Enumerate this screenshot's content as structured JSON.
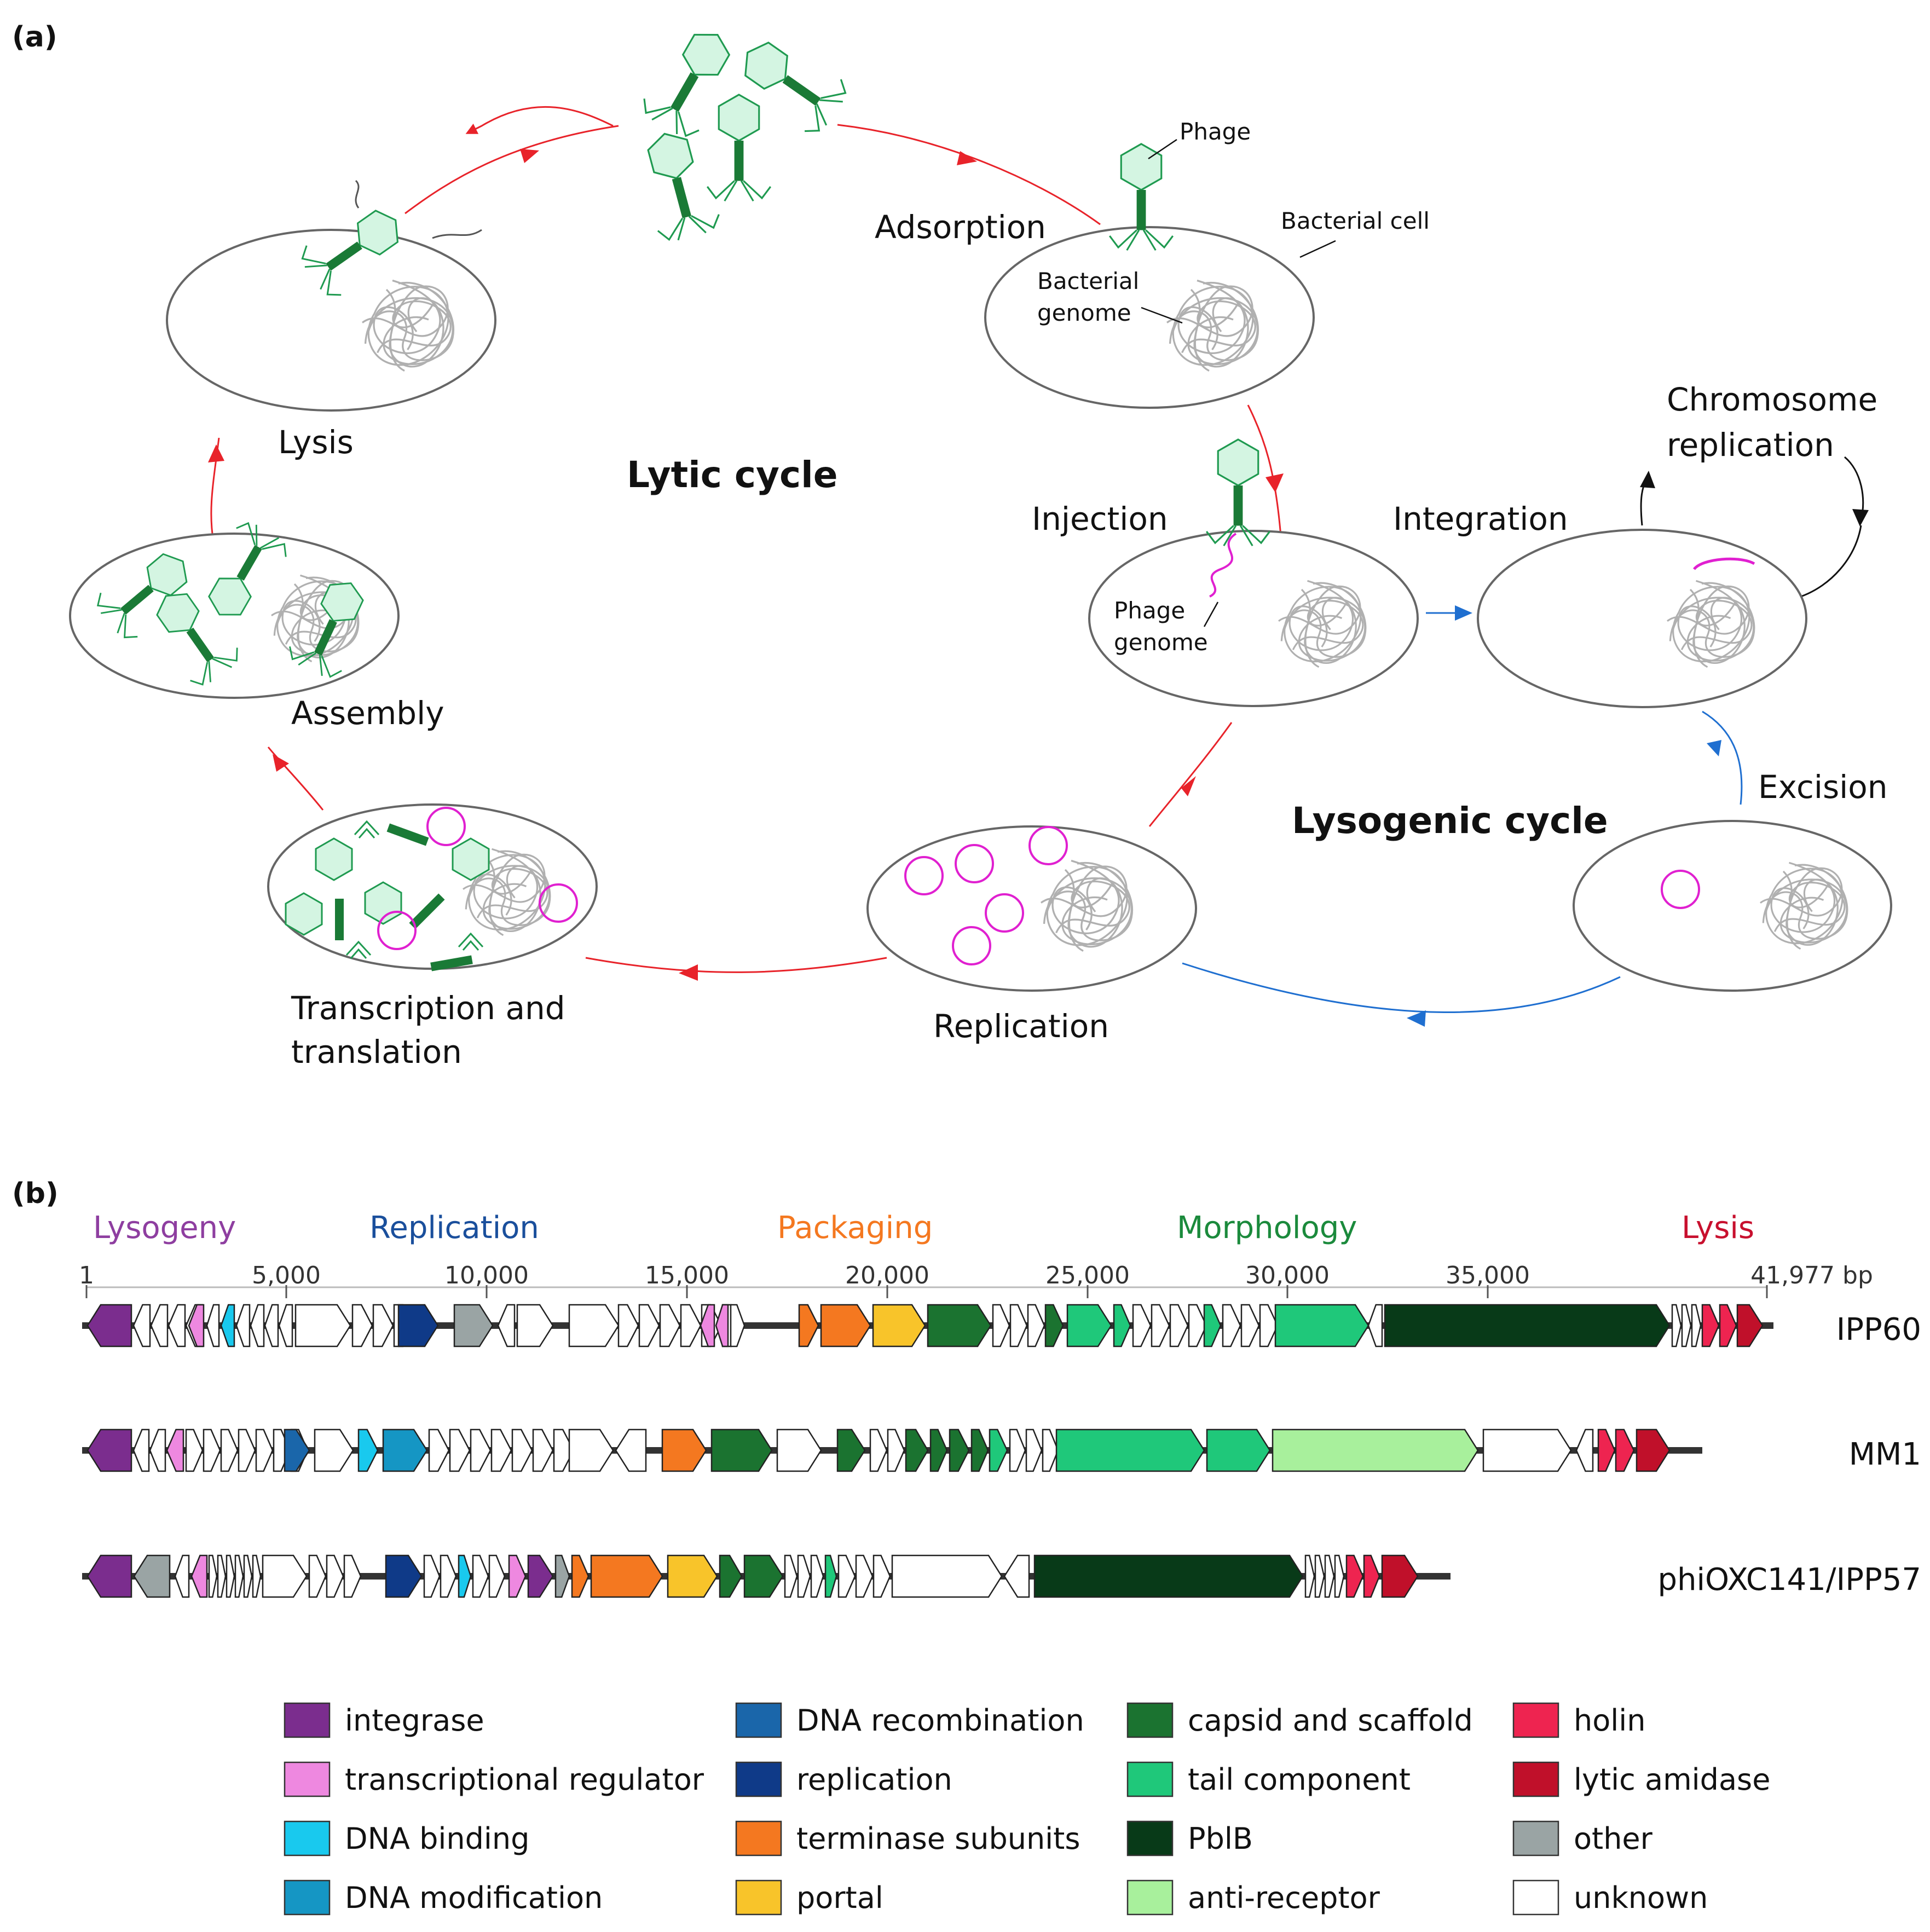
{
  "panels": {
    "a": "(a)",
    "b": "(b)"
  },
  "cycle": {
    "adsorption": "Adsorption",
    "injection": "Injection",
    "replication": "Replication",
    "transcription_l1": "Transcription and",
    "transcription_l2": "translation",
    "assembly": "Assembly",
    "lysis": "Lysis",
    "integration": "Integration",
    "chromosome_l1": "Chromosome",
    "chromosome_l2": "replication",
    "excision": "Excision",
    "lytic_cycle": "Lytic cycle",
    "lysogenic_cycle": "Lysogenic cycle",
    "phage": "Phage",
    "bacterial_cell": "Bacterial cell",
    "bacterial_genome_l1": "Bacterial",
    "bacterial_genome_l2": "genome",
    "phage_genome_l1": "Phage",
    "phage_genome_l2": "genome"
  },
  "colors": {
    "lytic_arrow": "#e8232a",
    "lysogenic_arrow": "#1f6fd0",
    "integrase": "#7b2d8e",
    "transcriptional_regulator": "#ee88e0",
    "dna_binding": "#19c9ee",
    "dna_modification": "#1596c4",
    "dna_recombination": "#1a66aa",
    "replication": "#0f3a88",
    "terminase_subunits": "#f47820",
    "portal": "#f8c42a",
    "capsid_and_scaffold": "#1b7330",
    "tail_component": "#1fc87a",
    "pblb": "#083a18",
    "anti_receptor": "#a8f09c",
    "holin": "#ee2450",
    "lytic_amidase": "#c0102a",
    "other": "#9aa4a4",
    "unknown": "#ffffff"
  },
  "genome_map": {
    "modules": [
      {
        "label": "Lysogeny",
        "color": "#8e3ea0"
      },
      {
        "label": "Replication",
        "color": "#1a4f9c"
      },
      {
        "label": "Packaging",
        "color": "#f47820"
      },
      {
        "label": "Morphology",
        "color": "#1b8a3c"
      },
      {
        "label": "Lysis",
        "color": "#c8102e"
      }
    ],
    "scale": {
      "ticks": [
        "1",
        "5,000",
        "10,000",
        "15,000",
        "20,000",
        "25,000",
        "30,000",
        "35,000"
      ],
      "end_label": "41,977 bp"
    },
    "genomes": [
      {
        "name": "IPP60"
      },
      {
        "name": "MM1"
      },
      {
        "name": "phiOXC141/IPP57"
      }
    ]
  },
  "legend": [
    {
      "key": "integrase",
      "label": "integrase"
    },
    {
      "key": "transcriptional_regulator",
      "label": "transcriptional regulator"
    },
    {
      "key": "dna_binding",
      "label": "DNA binding"
    },
    {
      "key": "dna_modification",
      "label": "DNA modification"
    },
    {
      "key": "dna_recombination",
      "label": "DNA recombination"
    },
    {
      "key": "replication",
      "label": "replication"
    },
    {
      "key": "terminase_subunits",
      "label": "terminase subunits"
    },
    {
      "key": "portal",
      "label": "portal"
    },
    {
      "key": "capsid_and_scaffold",
      "label": "capsid and scaffold"
    },
    {
      "key": "tail_component",
      "label": "tail component"
    },
    {
      "key": "pblb",
      "label": "PblB"
    },
    {
      "key": "anti_receptor",
      "label": "anti-receptor"
    },
    {
      "key": "holin",
      "label": "holin"
    },
    {
      "key": "lytic_amidase",
      "label": "lytic amidase"
    },
    {
      "key": "other",
      "label": "other"
    },
    {
      "key": "unknown",
      "label": "unknown"
    }
  ]
}
